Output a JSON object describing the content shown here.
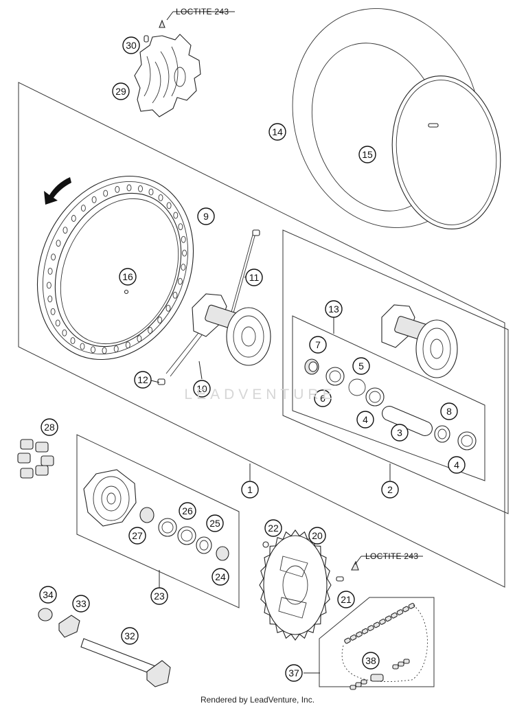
{
  "diagram": {
    "notes": [
      "LOCTITE 243",
      "LOCTITE 243"
    ],
    "callouts": [
      "1",
      "2",
      "3",
      "4",
      "4",
      "5",
      "6",
      "7",
      "8",
      "9",
      "10",
      "11",
      "12",
      "13",
      "14",
      "15",
      "16",
      "20",
      "21",
      "22",
      "23",
      "24",
      "25",
      "26",
      "27",
      "28",
      "29",
      "30",
      "32",
      "33",
      "34",
      "37",
      "38"
    ],
    "watermark": "LEADVENTURE",
    "footer": "Rendered by LeadVenture, Inc."
  }
}
